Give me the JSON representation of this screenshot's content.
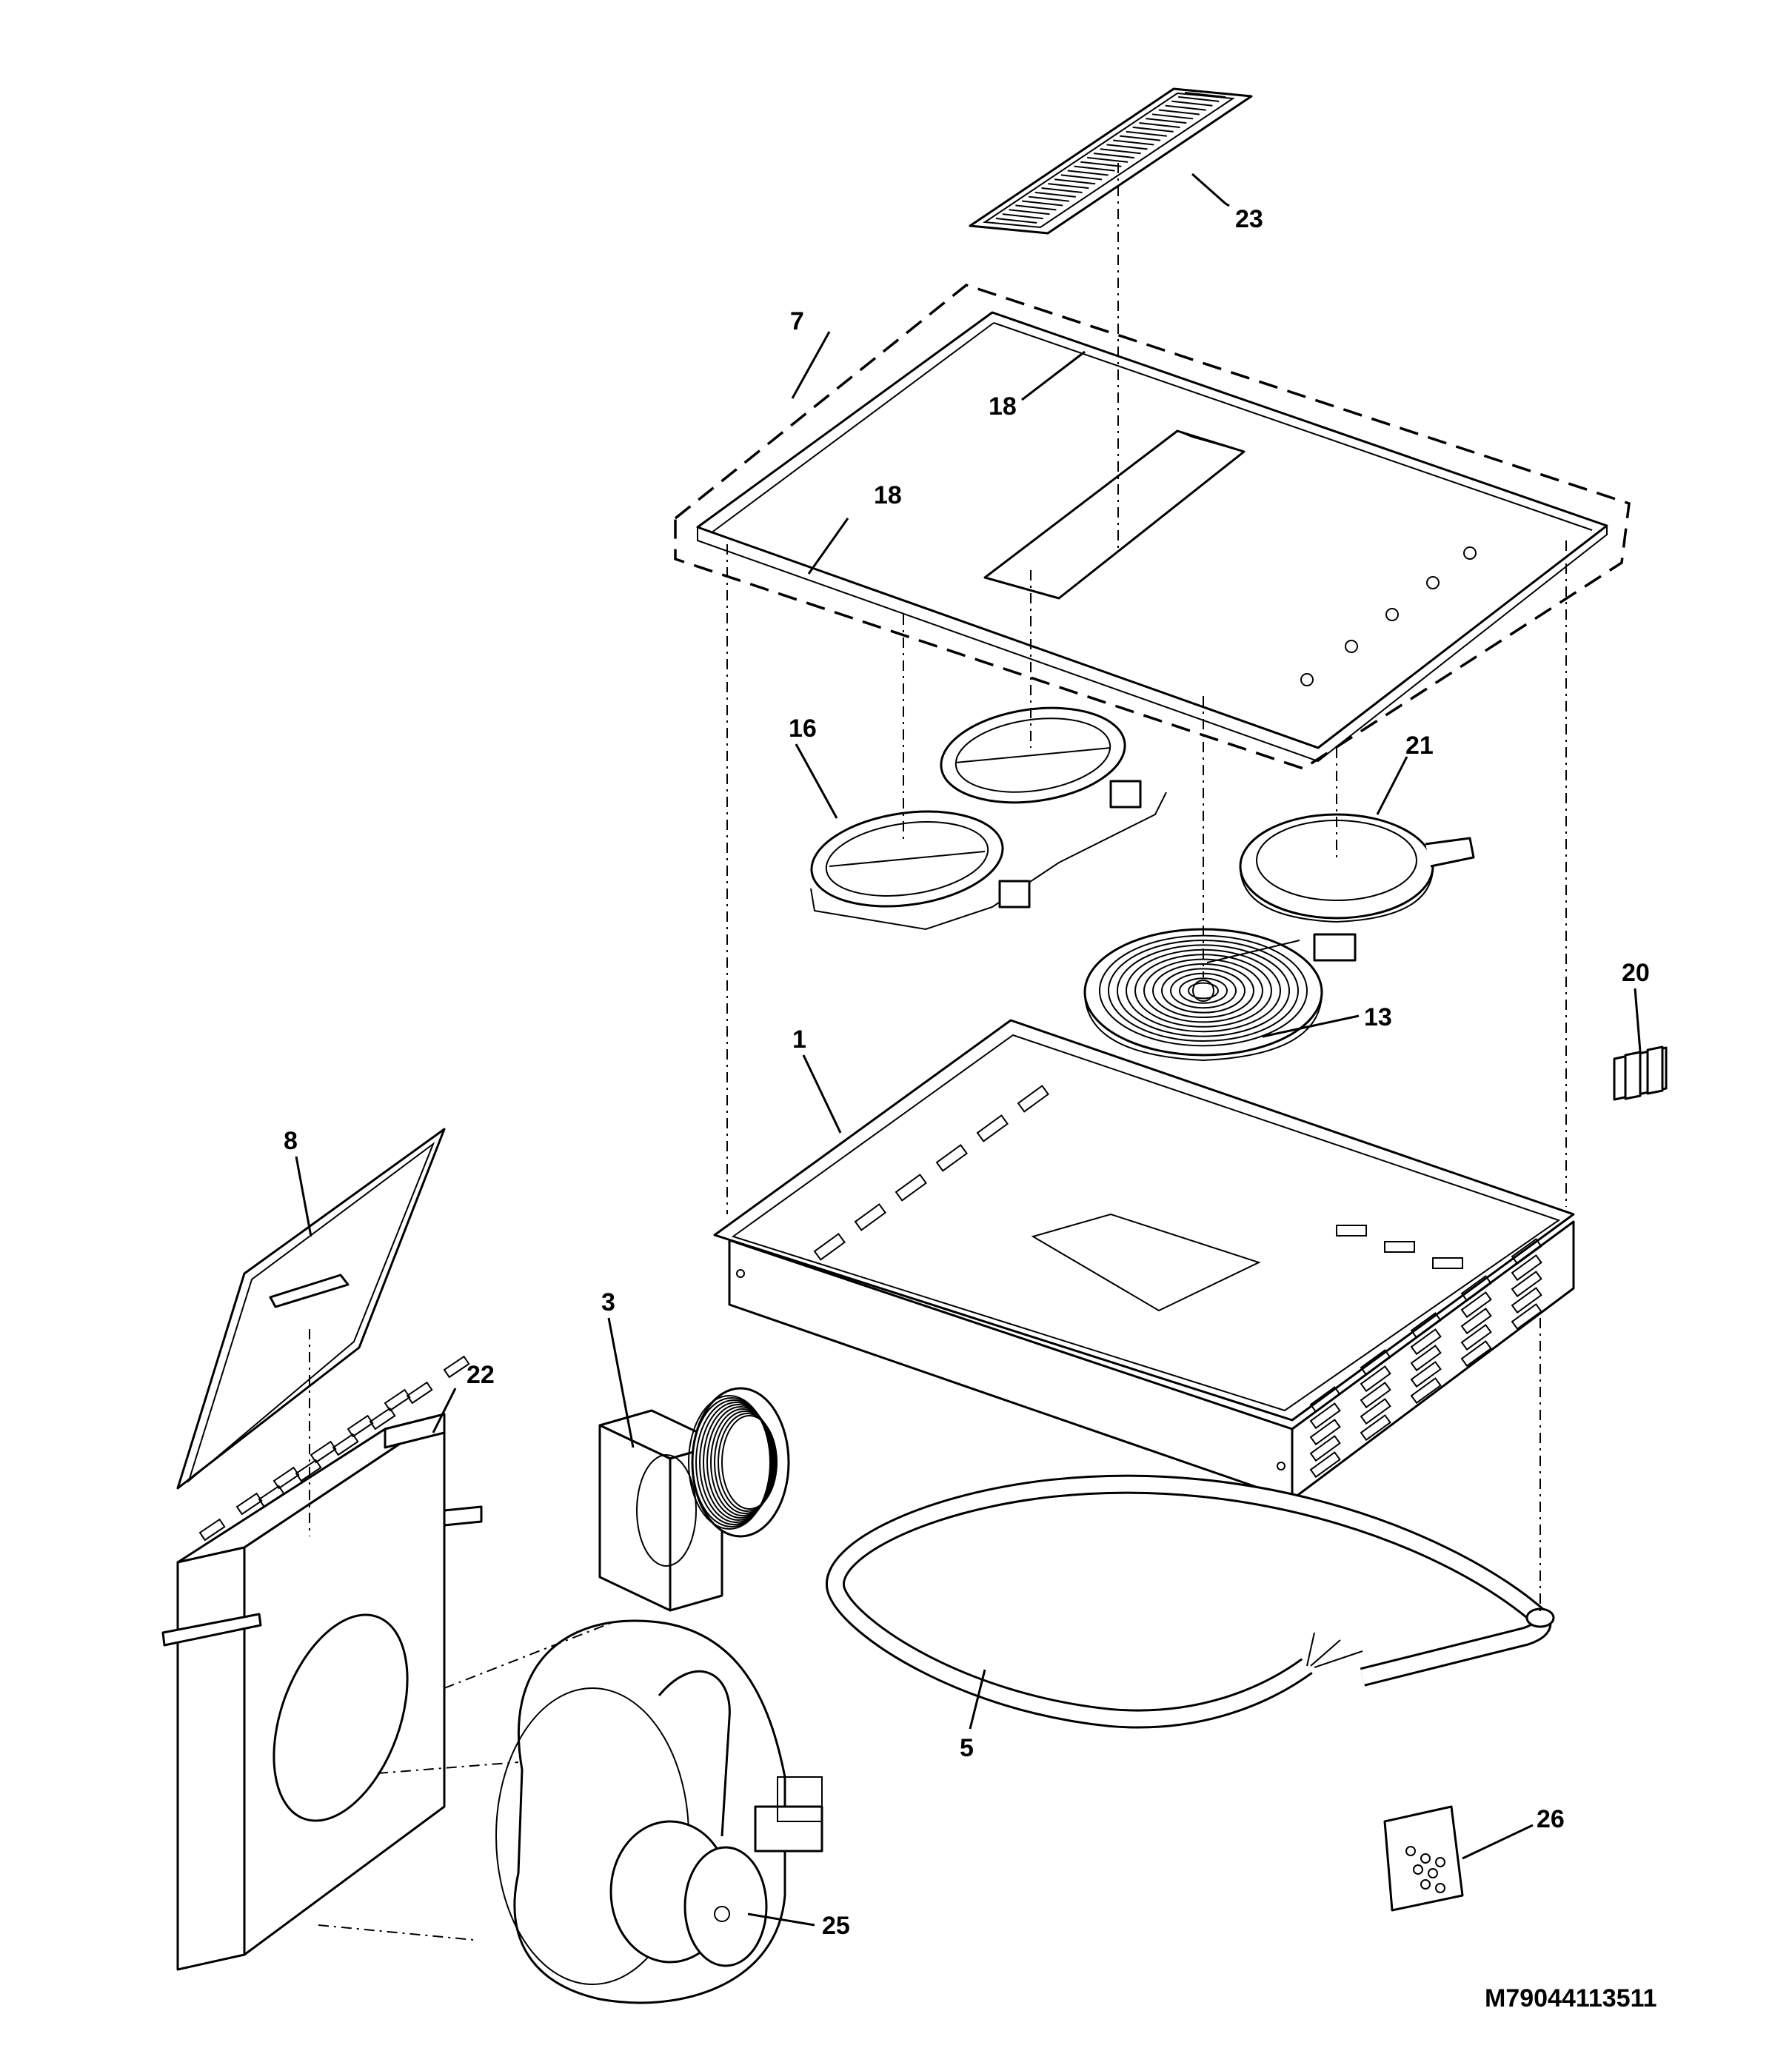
{
  "diagram": {
    "callouts": [
      {
        "id": "23",
        "text": "23"
      },
      {
        "id": "7",
        "text": "7"
      },
      {
        "id": "18a",
        "text": "18"
      },
      {
        "id": "18b",
        "text": "18"
      },
      {
        "id": "16",
        "text": "16"
      },
      {
        "id": "21",
        "text": "21"
      },
      {
        "id": "13",
        "text": "13"
      },
      {
        "id": "20",
        "text": "20"
      },
      {
        "id": "1",
        "text": "1"
      },
      {
        "id": "8",
        "text": "8"
      },
      {
        "id": "3",
        "text": "3"
      },
      {
        "id": "22",
        "text": "22"
      },
      {
        "id": "5",
        "text": "5"
      },
      {
        "id": "26",
        "text": "26"
      },
      {
        "id": "25",
        "text": "25"
      }
    ],
    "drawing_number": "M79044113511"
  }
}
